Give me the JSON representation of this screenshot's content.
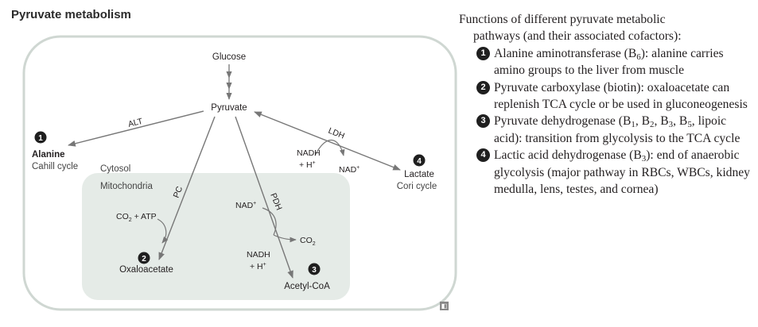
{
  "title": "Pyruvate metabolism",
  "compartments": {
    "cytosol": "Cytosol",
    "mitochondria": "Mitochondria"
  },
  "nodes": {
    "glucose": "Glucose",
    "pyruvate": "Pyruvate",
    "alanine": "Alanine",
    "cahill": "Cahill cycle",
    "lactate": "Lactate",
    "cori": "Cori cycle",
    "oxaloacetate": "Oxaloacetate",
    "acetylcoa": "Acetyl-CoA"
  },
  "enzymes": {
    "alt": "ALT",
    "ldh": "LDH",
    "pc": "PC",
    "pdh": "PDH"
  },
  "cofactors": {
    "ldh_nadh": "NADH",
    "ldh_h": "+ H",
    "ldh_nad": "NAD",
    "pc_co2": "CO",
    "pc_co2_sub": "2",
    "pc_atp": " + ATP",
    "pdh_nad": "NAD",
    "pdh_co2": "CO",
    "pdh_co2_sub": "2",
    "pdh_nadh": "NADH",
    "pdh_h": "+ H",
    "plus": "+"
  },
  "numbers": [
    "1",
    "2",
    "3",
    "4"
  ],
  "panel": {
    "heading_line1": "Functions of different pyruvate metabolic",
    "heading_line2": "pathways (and their associated cofactors):",
    "items": [
      {
        "num": "1",
        "pre": "Alanine aminotransferase (B",
        "sub": "6",
        "post": "): alanine carries amino groups to the liver from muscle"
      },
      {
        "num": "2",
        "text": "Pyruvate carboxylase (biotin): oxaloacetate can replenish TCA cycle or be used in gluconeogenesis"
      },
      {
        "num": "3",
        "pre": "Pyruvate dehydrogenase (B",
        "s1": "1",
        "m1": ", B",
        "s2": "2",
        "m2": ", B",
        "s3": "3",
        "m3": ", B",
        "s4": "5",
        "post": ", lipoic acid): transition from glycolysis to the TCA cycle"
      },
      {
        "num": "4",
        "pre": "Lactic acid dehydrogenase (B",
        "sub": "3",
        "post": "): end of anaerobic glycolysis (major pathway in RBCs, WBCs, kidney medulla, lens, testes, and cornea)"
      }
    ]
  },
  "colors": {
    "border": "#cfd7d2",
    "mito_fill": "#e5ebe7",
    "arrow": "#777777",
    "badge": "#1f1f1f"
  }
}
